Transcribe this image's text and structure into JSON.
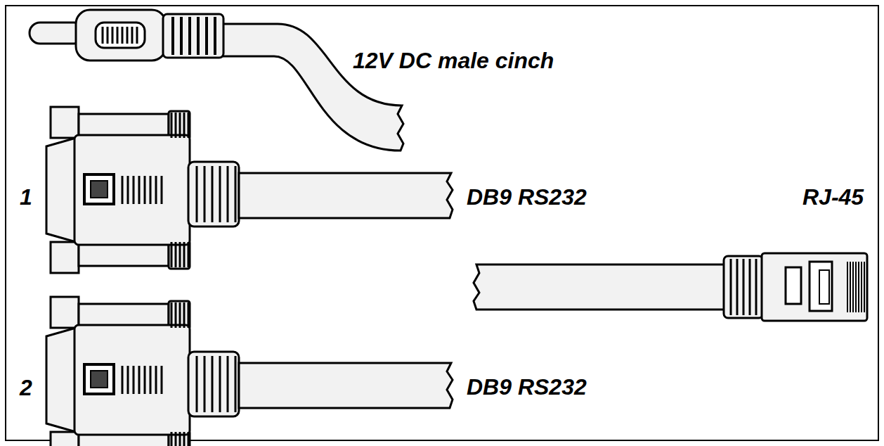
{
  "diagram": {
    "labels": [
      "12V DC male cinch",
      "1",
      "DB9 RS232",
      "RJ-45",
      "2",
      "DB9 RS232"
    ]
  }
}
